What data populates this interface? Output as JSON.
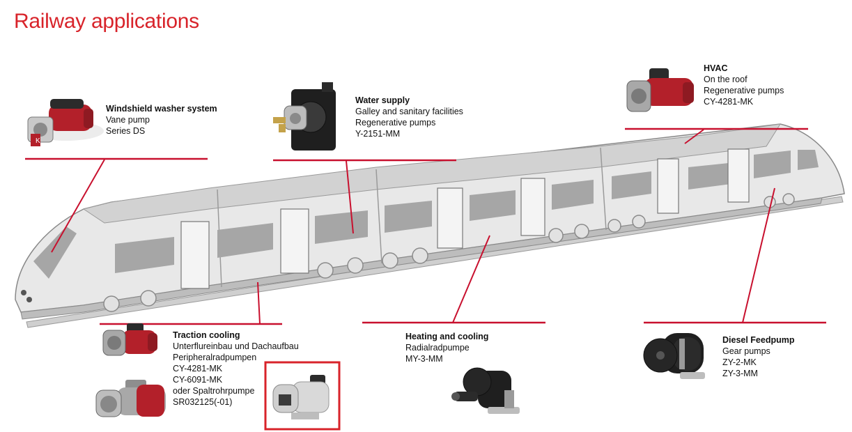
{
  "title": "Railway applications",
  "colors": {
    "accent": "#d8232a",
    "leader": "#c8102e",
    "train_body": "#e8e8e8",
    "train_window": "#a6a6a6",
    "pump_red": "#b3202a",
    "pump_dark": "#2b2b2b"
  },
  "labels": {
    "windshield": {
      "heading": "Windshield washer system",
      "lines": [
        "Vane pump",
        "Series DS"
      ]
    },
    "water": {
      "heading": "Water supply",
      "lines": [
        "Galley and sanitary facilities",
        "Regenerative pumps",
        "Y-2151-MM"
      ]
    },
    "hvac": {
      "heading": "HVAC",
      "lines": [
        "On the roof",
        "Regenerative pumps",
        "CY-4281-MK"
      ]
    },
    "traction": {
      "heading": "Traction cooling",
      "lines": [
        "Unterflureinbau und Dachaufbau",
        "Peripheralradpumpen",
        "CY-4281-MK",
        "CY-6091-MK",
        "oder Spaltrohrpumpe",
        "SR032125(-01)"
      ]
    },
    "heating": {
      "heading": "Heating and cooling",
      "lines": [
        "Radialradpumpe",
        "MY-3-MM"
      ]
    },
    "diesel": {
      "heading": "Diesel Feedpump",
      "lines": [
        "Gear pumps",
        "ZY-2-MK",
        "ZY-3-MM"
      ]
    }
  },
  "icons": [
    "vane-pump-icon",
    "regenerative-pump-icon",
    "hvac-pump-icon",
    "traction-pump-icon",
    "canned-motor-pump-icon",
    "radial-pump-icon",
    "gear-pump-icon"
  ]
}
